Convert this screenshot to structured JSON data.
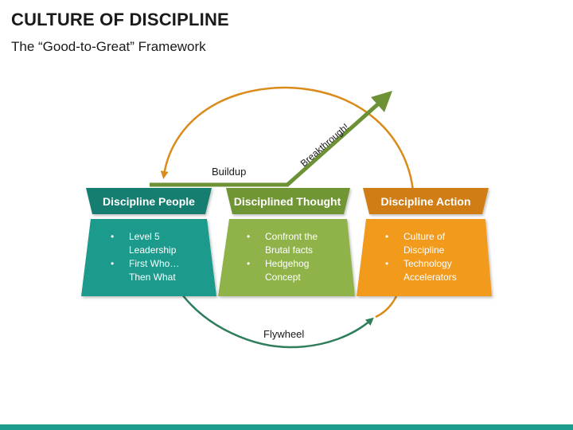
{
  "title": "CULTURE OF DISCIPLINE",
  "subtitle": "The “Good-to-Great” Framework",
  "diagram": {
    "buildup_label": "Buildup",
    "breakthrough_label": "Breakthrough!",
    "flywheel_label": "Flywheel",
    "colors": {
      "teal": "#1a9b8c",
      "teal_dark": "#137d71",
      "green": "#8fb34a",
      "green_dark": "#6f9536",
      "orange": "#f19a1f",
      "orange_dark": "#d07d12",
      "arc_orange": "#d98c1c",
      "arrow_green": "#6d9236",
      "flywheel_green": "#2e7d5b"
    }
  },
  "columns": [
    {
      "heading": "Discipline People",
      "bullets": [
        {
          "line1": "Level 5",
          "line2": "Leadership"
        },
        {
          "line1": "First Who…",
          "line2": "Then What"
        }
      ]
    },
    {
      "heading": "Disciplined Thought",
      "bullets": [
        {
          "line1": "Confront the",
          "line2": "Brutal facts"
        },
        {
          "line1": "Hedgehog",
          "line2": "Concept"
        }
      ]
    },
    {
      "heading": "Discipline Action",
      "bullets": [
        {
          "line1": "Culture of",
          "line2": "Discipline"
        },
        {
          "line1": "Technology",
          "line2": "Accelerators"
        }
      ]
    }
  ]
}
